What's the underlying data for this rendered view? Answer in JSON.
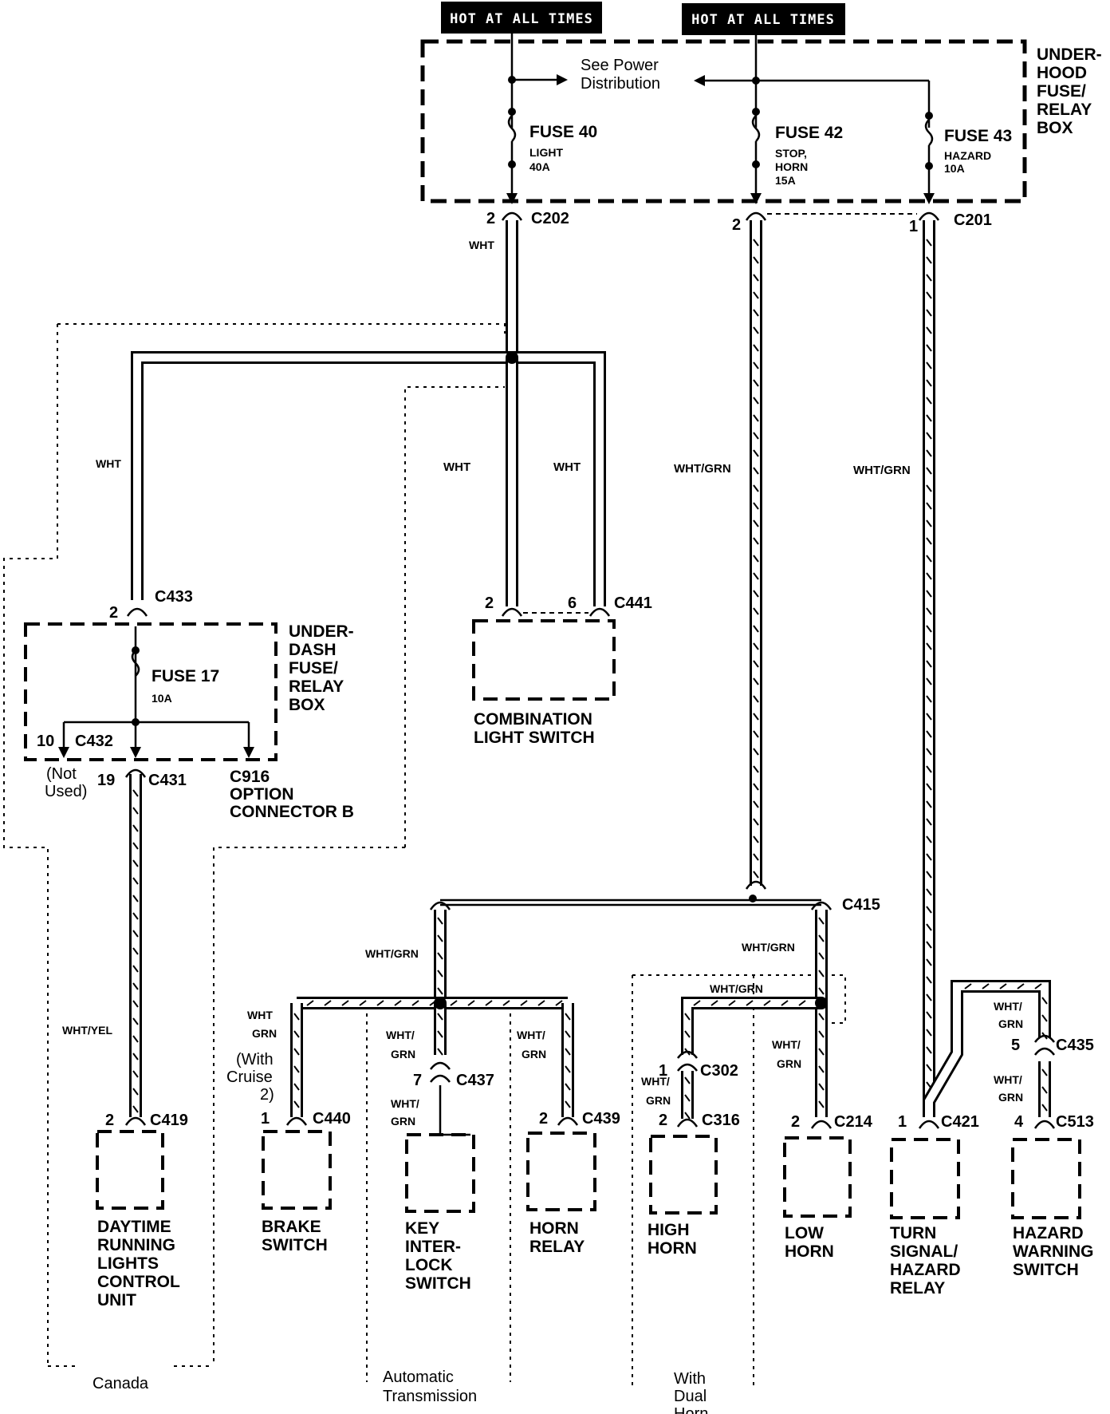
{
  "power": {
    "hot_left": "HOT AT ALL TIMES",
    "hot_right": "HOT AT ALL TIMES",
    "see_power": [
      "See Power",
      "Distribution"
    ]
  },
  "underhood_box": {
    "label": [
      "UNDER-",
      "HOOD",
      "FUSE/",
      "RELAY",
      "BOX"
    ],
    "fuse40": {
      "name": "FUSE 40",
      "desc": "LIGHT",
      "amp": "40A"
    },
    "fuse42": {
      "name": "FUSE 42",
      "desc1": "STOP,",
      "desc2": "HORN",
      "amp": "15A"
    },
    "fuse43": {
      "name": "FUSE 43",
      "desc": "HAZARD",
      "amp": "10A"
    }
  },
  "connectors": {
    "c202": {
      "name": "C202",
      "pin": "2"
    },
    "c201": {
      "name": "C201",
      "pin_left": "2",
      "pin_right": "1"
    },
    "c433": {
      "name": "C433",
      "pin": "2"
    },
    "c441": {
      "name": "C441",
      "pin_left": "2",
      "pin_right": "6"
    },
    "c432": {
      "name": "C432",
      "pin": "10"
    },
    "c431": {
      "name": "C431",
      "pin": "19"
    },
    "c916": {
      "name": [
        "C916",
        "OPTION",
        "CONNECTOR B"
      ]
    },
    "c415": {
      "name": "C415"
    },
    "c419": {
      "name": "C419",
      "pin": "2"
    },
    "c440": {
      "name": "C440",
      "pin": "1"
    },
    "c437": {
      "name": "C437",
      "pin": "7"
    },
    "c439": {
      "name": "C439",
      "pin": "2"
    },
    "c302": {
      "name": "C302",
      "pin": "1"
    },
    "c316": {
      "name": "C316",
      "pin": "2"
    },
    "c214": {
      "name": "C214",
      "pin": "2"
    },
    "c421": {
      "name": "C421",
      "pin": "1"
    },
    "c435": {
      "name": "C435",
      "pin": "5"
    },
    "c513": {
      "name": "C513",
      "pin": "4"
    }
  },
  "underdash_box": {
    "label": [
      "UNDER-",
      "DASH",
      "FUSE/",
      "RELAY",
      "BOX"
    ],
    "fuse17": {
      "name": "FUSE 17",
      "amp": "10A"
    },
    "not_used": [
      "(Not",
      "Used)"
    ]
  },
  "wires": {
    "wht": "WHT",
    "wht_grn": "WHT/GRN",
    "wht_yel": "WHT/YEL",
    "wht_stack": [
      "WHT",
      "GRN"
    ],
    "wht_slash_stack": [
      "WHT/",
      "GRN"
    ],
    "with_cruise": [
      "(With",
      "Cruise",
      "2)"
    ]
  },
  "components": {
    "combination_light_switch": [
      "COMBINATION",
      "LIGHT SWITCH"
    ],
    "drl": [
      "DAYTIME",
      "RUNNING",
      "LIGHTS",
      "CONTROL",
      "UNIT"
    ],
    "brake_switch": [
      "BRAKE",
      "SWITCH"
    ],
    "key_interlock": [
      "KEY",
      "INTER-",
      "LOCK",
      "SWITCH"
    ],
    "horn_relay": [
      "HORN",
      "RELAY"
    ],
    "high_horn": [
      "HIGH",
      "HORN"
    ],
    "low_horn": [
      "LOW",
      "HORN"
    ],
    "turn_signal": [
      "TURN",
      "SIGNAL/",
      "HAZARD",
      "RELAY"
    ],
    "hazard_switch": [
      "HAZARD",
      "WARNING",
      "SWITCH"
    ]
  },
  "regions": {
    "canada": "Canada",
    "auto_trans": [
      "Automatic",
      "Transmission"
    ],
    "dual_horn": [
      "With",
      "Dual",
      "Horn"
    ]
  }
}
